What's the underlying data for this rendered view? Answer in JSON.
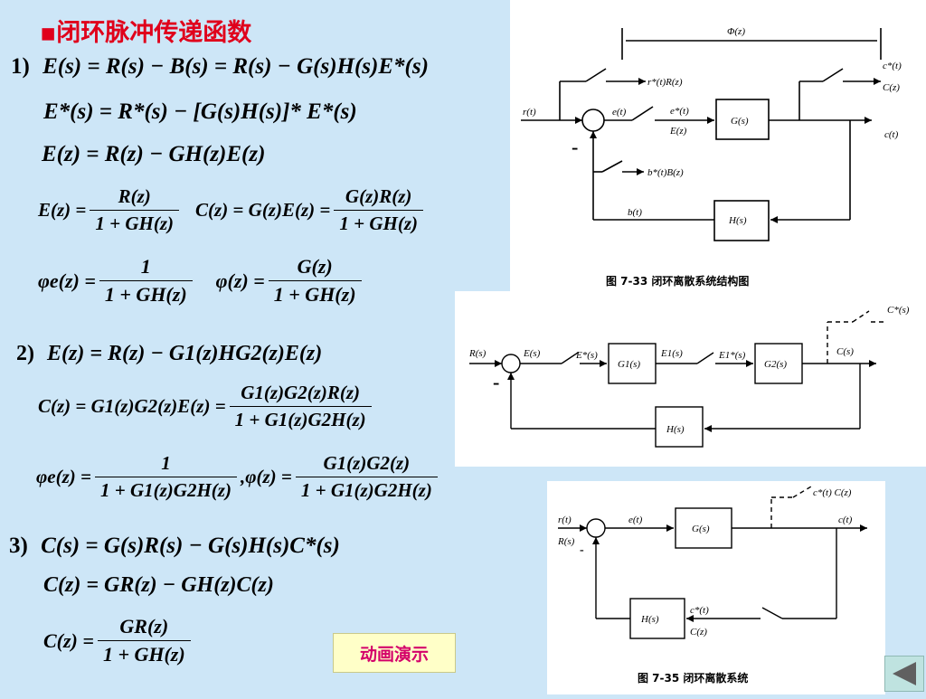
{
  "title": "▪闭环脉冲传递函数",
  "section1": {
    "label": "1)",
    "eq1": "E(s) = R(s) − B(s) = R(s) − G(s)H(s)E*(s)",
    "eq2": "E*(s) = R*(s) − [G(s)H(s)]* E*(s)",
    "eq3": "E(z) = R(z) − GH(z)E(z)",
    "ez_lhs": "E(z) =",
    "ez_num": "R(z)",
    "ez_den": "1 + GH(z)",
    "cz_lhs": "C(z) = G(z)E(z) =",
    "cz_num": "G(z)R(z)",
    "cz_den": "1 + GH(z)",
    "phie_lhs": "φe(z) =",
    "phie_num": "1",
    "phie_den": "1 + GH(z)",
    "phi_lhs": "φ(z) =",
    "phi_num": "G(z)",
    "phi_den": "1 + GH(z)"
  },
  "section2": {
    "label": "2)",
    "eq1": "E(z) = R(z) − G1(z)HG2(z)E(z)",
    "cz_lhs": "C(z) = G1(z)G2(z)E(z) =",
    "cz_num": "G1(z)G2(z)R(z)",
    "cz_den": "1 + G1(z)G2H(z)",
    "phie_lhs": "φe(z) =",
    "phie_num": "1",
    "phie_den": "1 + G1(z)G2H(z)",
    "phi_lhs": ",φ(z) =",
    "phi_num": "G1(z)G2(z)",
    "phi_den": "1 + G1(z)G2H(z)"
  },
  "section3": {
    "label": "3)",
    "eq1": "C(s) = G(s)R(s) − G(s)H(s)C*(s)",
    "eq2": "C(z) = GR(z) − GH(z)C(z)",
    "cz_lhs": "C(z) =",
    "cz_num": "GR(z)",
    "cz_den": "1 + GH(z)"
  },
  "demo_button": "动画演示",
  "diagram1": {
    "caption": "图 7-33   闭环离散系统结构图",
    "phi": "Φ(z)",
    "r_t": "r(t)",
    "e_t": "e(t)",
    "estar": "e*(t)",
    "Ez": "E(z)",
    "rstar": "r*(t)R(z)",
    "bstar": "b*(t)B(z)",
    "b_t": "b(t)",
    "cstar": "c*(t)",
    "Cz": "C(z)",
    "c_t": "c(t)",
    "G": "G(s)",
    "H": "H(s)",
    "minus": "-"
  },
  "diagram2": {
    "Rs": "R(s)",
    "Es": "E(s)",
    "Estar": "E*(s)",
    "E1": "E1(s)",
    "E1star": "E1*(s)",
    "G1": "G1(s)",
    "G2": "G2(s)",
    "Cs": "C(s)",
    "Cstar": "C*(s)",
    "H": "H(s)",
    "minus": "-"
  },
  "diagram3": {
    "caption": "图 7-35   闭环离散系统",
    "r_t": "r(t)",
    "Rs": "R(s)",
    "e_t": "e(t)",
    "G": "G(s)",
    "cstarC": "c*(t) C(z)",
    "c_t": "c(t)",
    "H": "H(s)",
    "cstar": "c*(t)",
    "Cz": "C(z)",
    "minus": "-"
  },
  "nav": {
    "icon": "triangle-left-icon"
  },
  "colors": {
    "background": "#cde6f7",
    "title": "#e0001b",
    "button_text": "#d4006a",
    "button_bg": "#ffffc8"
  }
}
